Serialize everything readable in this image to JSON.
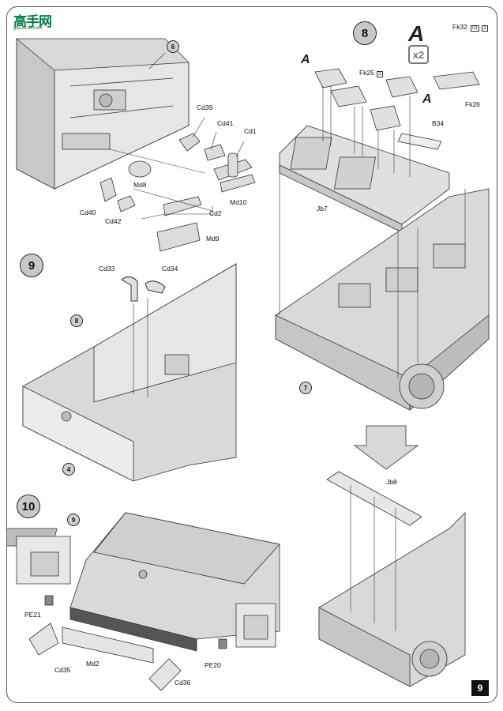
{
  "logo": {
    "text": "高手网",
    "url": "gaoshou.com"
  },
  "page_number": "9",
  "multiplier": "x2",
  "steps": [
    {
      "number": "8"
    },
    {
      "number": "9"
    },
    {
      "number": "10"
    }
  ],
  "subassembly_refs": [
    "6",
    "7",
    "8",
    "4",
    "9"
  ],
  "part_labels": {
    "cd39": "Cd39",
    "cd41": "Cd41",
    "cd1": "Cd1",
    "md8": "Md8",
    "md10": "Md10",
    "cd40": "Cd40",
    "cd42": "Cd42",
    "cd2": "Cd2",
    "md9": "Md9",
    "fk32": "Fk32",
    "fk25": "Fk25",
    "fk26": "Fk26",
    "b34": "B34",
    "jb7": "Jb7",
    "cd33": "Cd33",
    "cd34": "Cd34",
    "jb8": "Jb8",
    "pe21": "PE21",
    "pe20": "PE20",
    "md2": "Md2",
    "cd35": "Cd35",
    "cd36": "Cd36"
  },
  "subassembly_letter": "A",
  "tag_markers": {
    "fk32_a": "01",
    "fk32_b": "2",
    "fk25": "2"
  }
}
